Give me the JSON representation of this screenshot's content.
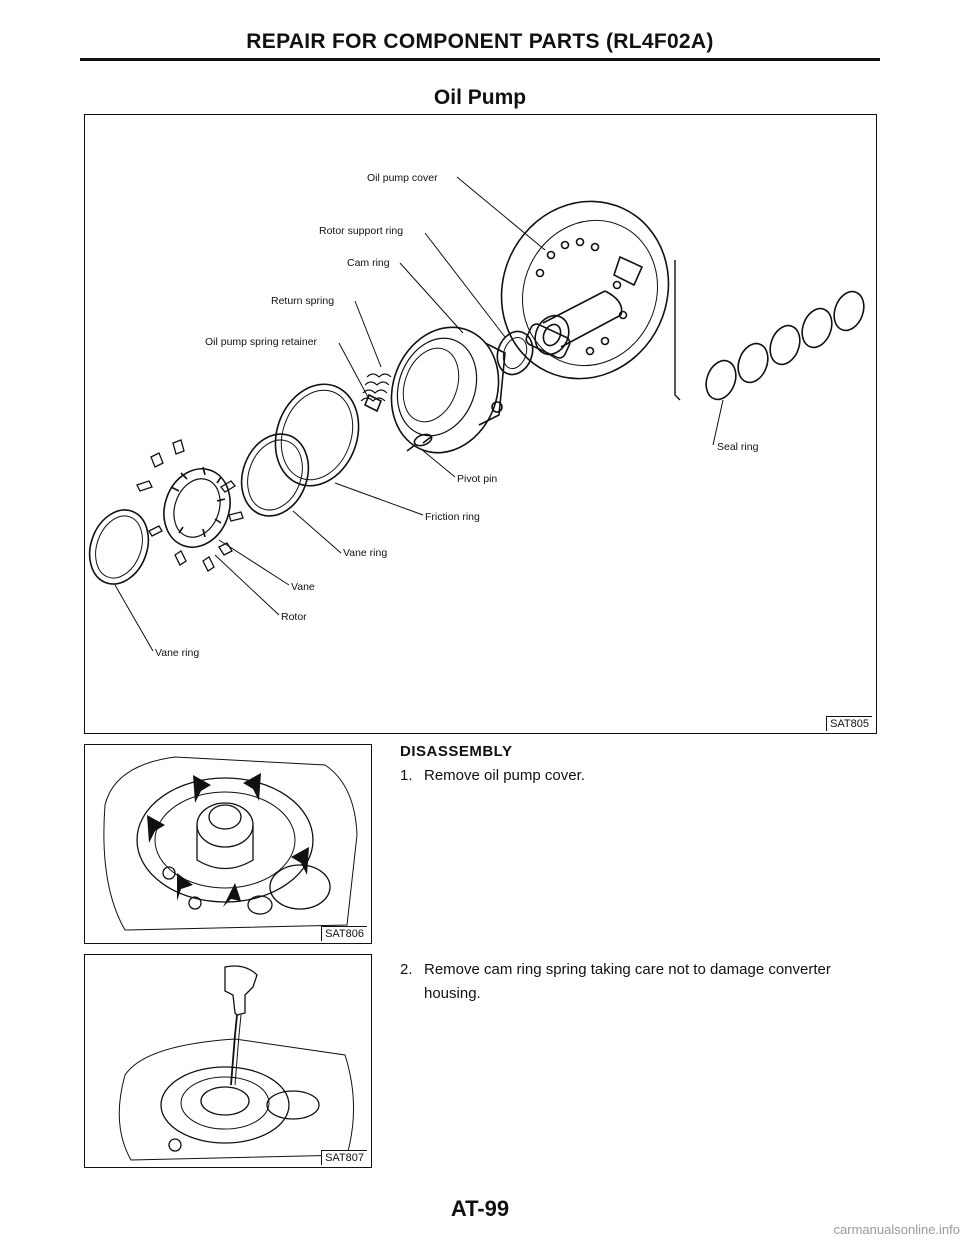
{
  "header": {
    "title": "REPAIR FOR COMPONENT PARTS (RL4F02A)"
  },
  "section": {
    "title": "Oil Pump"
  },
  "figure_main": {
    "code": "SAT805",
    "labels": {
      "oil_pump_cover": "Oil pump cover",
      "rotor_support_ring": "Rotor support ring",
      "cam_ring": "Cam ring",
      "return_spring": "Return spring",
      "oil_pump_spring_retainer": "Oil pump spring retainer",
      "seal_ring": "Seal ring",
      "pivot_pin": "Pivot pin",
      "friction_ring": "Friction ring",
      "vane_ring_upper": "Vane ring",
      "vane": "Vane",
      "rotor": "Rotor",
      "vane_ring_lower": "Vane ring"
    }
  },
  "figure_806": {
    "code": "SAT806"
  },
  "figure_807": {
    "code": "SAT807"
  },
  "disassembly": {
    "heading": "DISASSEMBLY",
    "steps": [
      {
        "num": "1.",
        "text": "Remove oil pump cover."
      },
      {
        "num": "2.",
        "text": "Remove cam ring spring taking care not to damage converter housing."
      }
    ]
  },
  "page": {
    "number": "AT-99"
  },
  "watermark": "carmanualsonline.info"
}
